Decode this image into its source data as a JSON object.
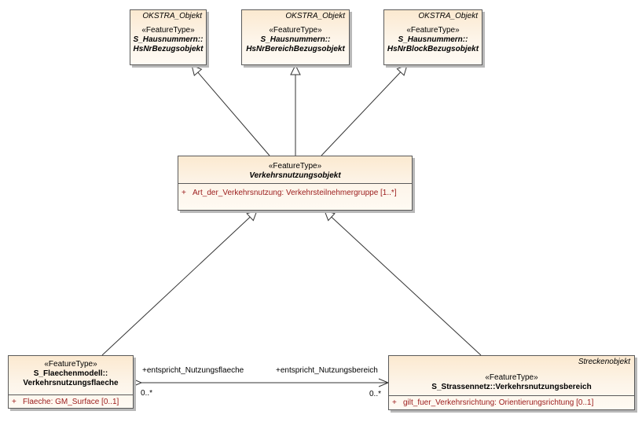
{
  "classes": {
    "top1": {
      "parent": "OKSTRA_Objekt",
      "stereotype": "«FeatureType»",
      "name1": "S_Hausnummern::",
      "name2": "HsNrBezugsobjekt"
    },
    "top2": {
      "parent": "OKSTRA_Objekt",
      "stereotype": "«FeatureType»",
      "name1": "S_Hausnummern::",
      "name2": "HsNrBereichBezugsobjekt"
    },
    "top3": {
      "parent": "OKSTRA_Objekt",
      "stereotype": "«FeatureType»",
      "name1": "S_Hausnummern::",
      "name2": "HsNrBlockBezugsobjekt"
    },
    "mid": {
      "stereotype": "«FeatureType»",
      "name": "Verkehrsnutzungsobjekt",
      "attr_vis": "+",
      "attr": "Art_der_Verkehrsnutzung: Verkehrsteilnehmergruppe [1..*]"
    },
    "bottom_left": {
      "stereotype": "«FeatureType»",
      "name1": "S_Flaechenmodell::",
      "name2": "Verkehrsnutzungsflaeche",
      "attr_vis": "+",
      "attr": "Flaeche: GM_Surface [0..1]"
    },
    "bottom_right": {
      "parent": "Streckenobjekt",
      "stereotype": "«FeatureType»",
      "name": "S_Strassennetz::Verkehrsnutzungsbereich",
      "attr_vis": "+",
      "attr": "gilt_fuer_Verkehrsrichtung: Orientierungsrichtung [0..1]"
    }
  },
  "association": {
    "role_left": "+entspricht_Nutzungsflaeche",
    "role_right": "+entspricht_Nutzungsbereich",
    "mult_left": "0..*",
    "mult_right": "0..*"
  }
}
